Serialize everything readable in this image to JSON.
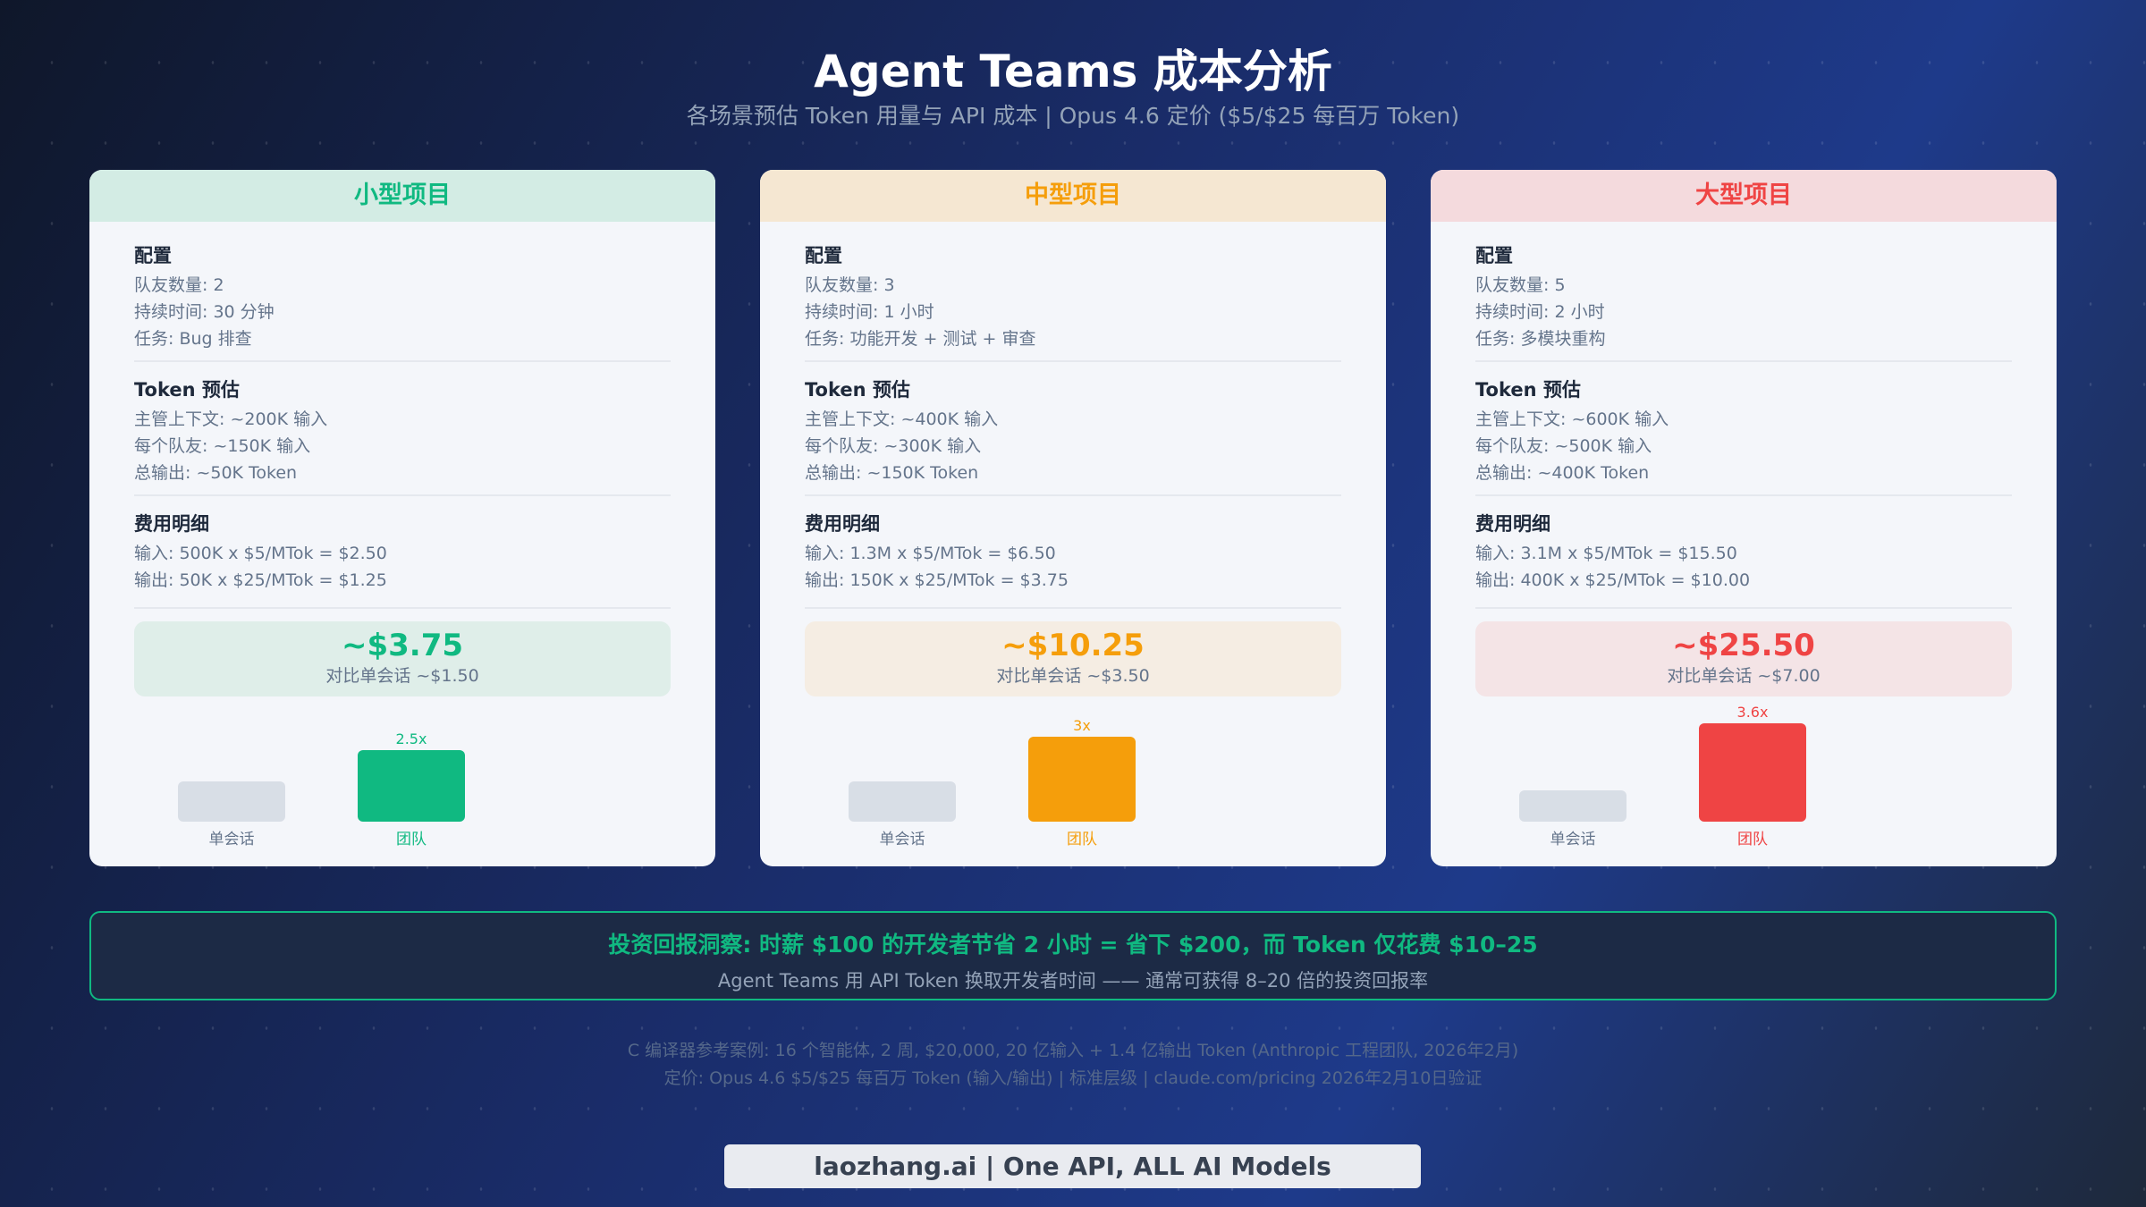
{
  "header": {
    "title": "Agent Teams 成本分析",
    "subtitle": "各场景预估 Token 用量与 API 成本 | Opus 4.6 定价 ($5/$25 每百万 Token)"
  },
  "colors": {
    "small": "#10b981",
    "medium": "#f59e0b",
    "large": "#ef4444",
    "single_bar": "#d8dee6"
  },
  "cards": [
    {
      "title": "小型项目",
      "config_title": "配置",
      "config": [
        "队友数量: 2",
        "持续时间: 30 分钟",
        "任务: Bug 排查"
      ],
      "token_title": "Token 预估",
      "tokens": [
        "主管上下文: ~200K 输入",
        "每个队友: ~150K 输入",
        "总输出: ~50K Token"
      ],
      "cost_title": "费用明细",
      "costs": [
        "输入: 500K x $5/MTok = $2.50",
        "输出: 50K x $25/MTok = $1.25"
      ],
      "total": "~$3.75",
      "compare": "对比单会话 ~$1.50",
      "multiplier": "2.5x",
      "single_label": "单会话",
      "team_label": "团队"
    },
    {
      "title": "中型项目",
      "config_title": "配置",
      "config": [
        "队友数量: 3",
        "持续时间: 1 小时",
        "任务: 功能开发 + 测试 + 审查"
      ],
      "token_title": "Token 预估",
      "tokens": [
        "主管上下文: ~400K 输入",
        "每个队友: ~300K 输入",
        "总输出: ~150K Token"
      ],
      "cost_title": "费用明细",
      "costs": [
        "输入: 1.3M x $5/MTok = $6.50",
        "输出: 150K x $25/MTok = $3.75"
      ],
      "total": "~$10.25",
      "compare": "对比单会话 ~$3.50",
      "multiplier": "3x",
      "single_label": "单会话",
      "team_label": "团队"
    },
    {
      "title": "大型项目",
      "config_title": "配置",
      "config": [
        "队友数量: 5",
        "持续时间: 2 小时",
        "任务: 多模块重构"
      ],
      "token_title": "Token 预估",
      "tokens": [
        "主管上下文: ~600K 输入",
        "每个队友: ~500K 输入",
        "总输出: ~400K Token"
      ],
      "cost_title": "费用明细",
      "costs": [
        "输入: 3.1M x $5/MTok = $15.50",
        "输出: 400K x $25/MTok = $10.00"
      ],
      "total": "~$25.50",
      "compare": "对比单会话 ~$7.00",
      "multiplier": "3.6x",
      "single_label": "单会话",
      "team_label": "团队"
    }
  ],
  "insight": {
    "headline": "投资回报洞察: 时薪 $100 的开发者节省 2 小时 = 省下 $200，而 Token 仅花费 $10–25",
    "detail": "Agent Teams 用 API Token 换取开发者时间 —— 通常可获得 8–20 倍的投资回报率"
  },
  "notes": [
    "C 编译器参考案例: 16 个智能体, 2 周, $20,000, 20 亿输入 + 1.4 亿输出 Token (Anthropic 工程团队, 2026年2月)",
    "定价: Opus 4.6 $5/$25 每百万 Token (输入/输出) | 标准层级 | claude.com/pricing 2026年2月10日验证"
  ],
  "brand": "laozhang.ai | One API, ALL AI Models"
}
